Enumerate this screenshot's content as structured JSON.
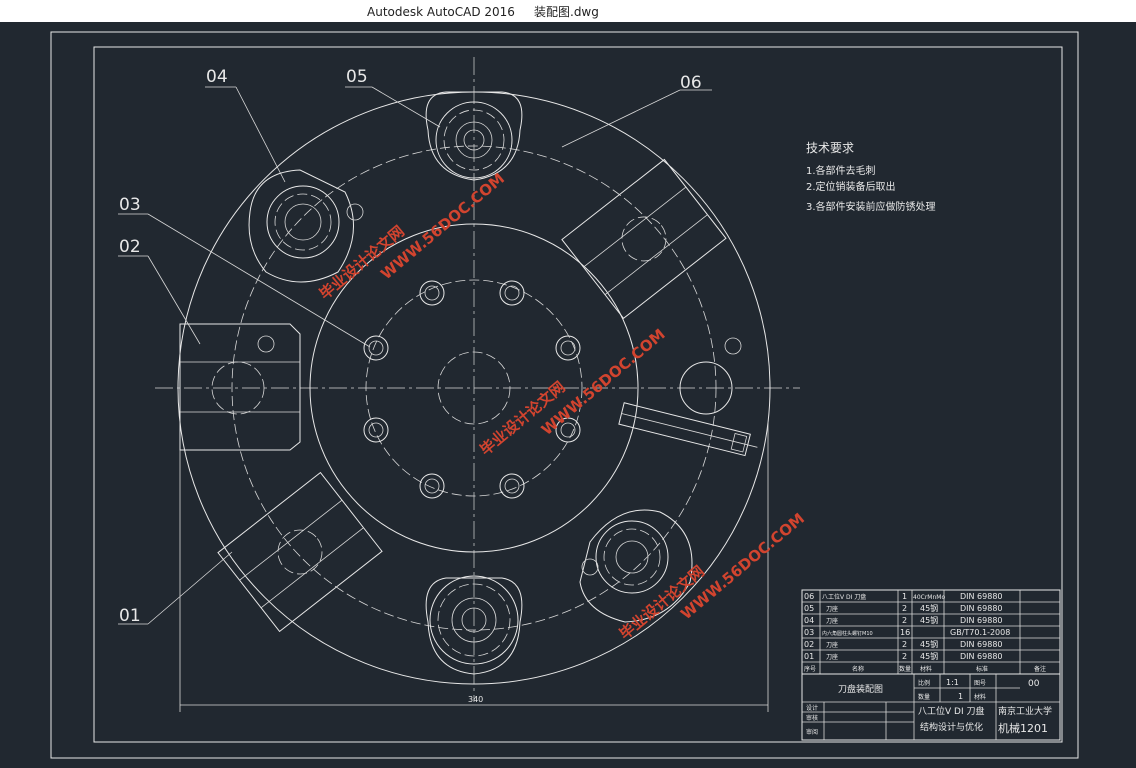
{
  "window": {
    "app": "Autodesk AutoCAD 2016",
    "file": "装配图.dwg"
  },
  "colors": {
    "background": "#212830",
    "lines": "#e8e8e8",
    "watermark": "#d2442f"
  },
  "part_labels": [
    "01",
    "02",
    "03",
    "04",
    "05",
    "06"
  ],
  "dimension": "340",
  "tech_requirements": {
    "title": "技术要求",
    "items": [
      "1.各部件去毛刺",
      "2.定位销装备后取出",
      "3.各部件安装前应做防锈处理"
    ]
  },
  "bom": [
    {
      "no": "06",
      "name": "八工位V DI 刀盘",
      "qty": "1",
      "material": "40CrMnMo",
      "std": "DIN 69880"
    },
    {
      "no": "05",
      "name": "刀座",
      "qty": "2",
      "material": "45钢",
      "std": "DIN 69880"
    },
    {
      "no": "04",
      "name": "刀座",
      "qty": "2",
      "material": "45钢",
      "std": "DIN 69880"
    },
    {
      "no": "03",
      "name": "内六角圆柱头螺钉M10",
      "qty": "16",
      "material": "",
      "std": "GB/T70.1-2008"
    },
    {
      "no": "02",
      "name": "刀座",
      "qty": "2",
      "material": "45钢",
      "std": "DIN 69880"
    },
    {
      "no": "01",
      "name": "刀座",
      "qty": "2",
      "material": "45钢",
      "std": "DIN 69880"
    }
  ],
  "bom_header": {
    "no": "序号",
    "name": "名称",
    "qty": "数量",
    "material": "材料",
    "std": "标准",
    "note": "备注"
  },
  "title_block": {
    "drawing_name": "刀盘装配图",
    "scale_label": "比例",
    "scale": "1:1",
    "sheet_label": "图号",
    "sheet": "00",
    "qty_label": "数量",
    "qty": "1",
    "weight_label": "材料",
    "design_label": "设计",
    "check_label": "审核",
    "approve_label": "审阅",
    "title_line1": "八工位V DI 刀盘",
    "title_line2": "结构设计与优化",
    "school": "南京工业大学",
    "class": "机械1201"
  },
  "watermarks": [
    "毕业设计论文网",
    "WWW.56DOC.COM"
  ]
}
